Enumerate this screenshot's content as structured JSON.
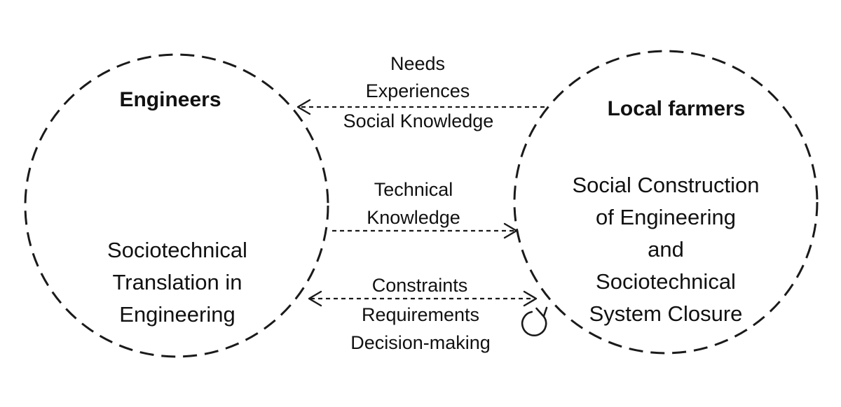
{
  "left_actor": {
    "title": "Engineers",
    "process_lines": [
      "Sociotechnical",
      "Translation in",
      "Engineering"
    ]
  },
  "right_actor": {
    "title": "Local farmers",
    "process_lines": [
      "Social Construction",
      "of Engineering",
      "and",
      "Sociotechnical",
      "System Closure"
    ]
  },
  "flows": {
    "to_engineers": [
      "Needs",
      "Experiences",
      "Social Knowledge"
    ],
    "to_farmers": [
      "Technical",
      "Knowledge"
    ],
    "bidirectional": [
      "Constraints",
      "Requirements",
      "Decision-making"
    ]
  }
}
